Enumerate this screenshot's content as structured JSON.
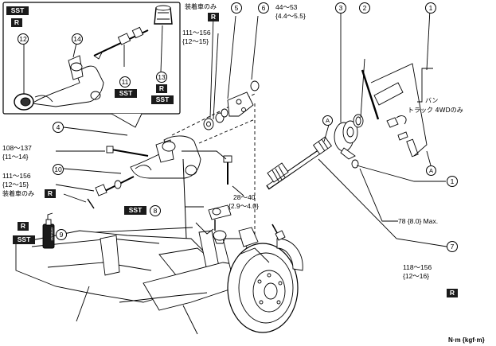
{
  "badges": {
    "sst": "SST",
    "r": "R"
  },
  "callouts": {
    "n1": "1",
    "n2": "2",
    "n3": "3",
    "n4": "4",
    "n5": "5",
    "n6": "6",
    "n7": "7",
    "n8": "8",
    "n9": "9",
    "n10": "10",
    "n11": "11",
    "n12": "12",
    "n13": "13",
    "n14": "14",
    "a": "A"
  },
  "labels": {
    "equipped_only": "装着車のみ",
    "van_truck_4wd_l1": "バン",
    "van_truck_4wd_l2": "トラック 4WDのみ",
    "grease": "GREASE"
  },
  "torques": {
    "t_44_53_nm": "44～53",
    "t_44_53_kgf": "{4.4～5.5}",
    "t_111_156_top_nm": "111～156",
    "t_111_156_top_kgf": "{12～15}",
    "t_108_137_nm": "108～137",
    "t_108_137_kgf": "{11～14}",
    "t_111_156_left_nm": "111～156",
    "t_111_156_left_kgf": "{12～15}",
    "t_28_40_nm": "28～40",
    "t_28_40_kgf": "{2.9～4.0}",
    "t_78": "78 {8.0} Max.",
    "t_118_156_nm": "118～156",
    "t_118_156_kgf": "{12～16}"
  },
  "unit_note": "N·m {kgf·m}"
}
